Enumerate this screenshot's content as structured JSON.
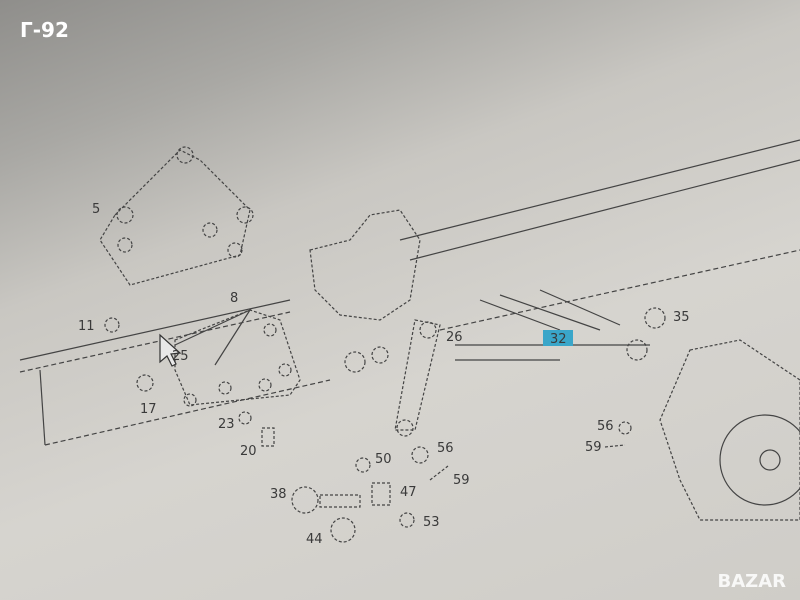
{
  "overlay_code": "Г-92",
  "watermark": "BAZAR",
  "highlight_color": "#3aa6c9",
  "diagram": {
    "labels": {
      "p5": "5",
      "p8": "8",
      "p11": "11",
      "p25": "25",
      "p17": "17",
      "p23": "23",
      "p20": "20",
      "p26": "26",
      "p32": "32",
      "p35": "35",
      "p38": "38",
      "p44": "44",
      "p47": "47",
      "p50": "50",
      "p53": "53",
      "p56a": "56",
      "p59a": "59",
      "p56b": "56",
      "p59b": "59"
    }
  }
}
